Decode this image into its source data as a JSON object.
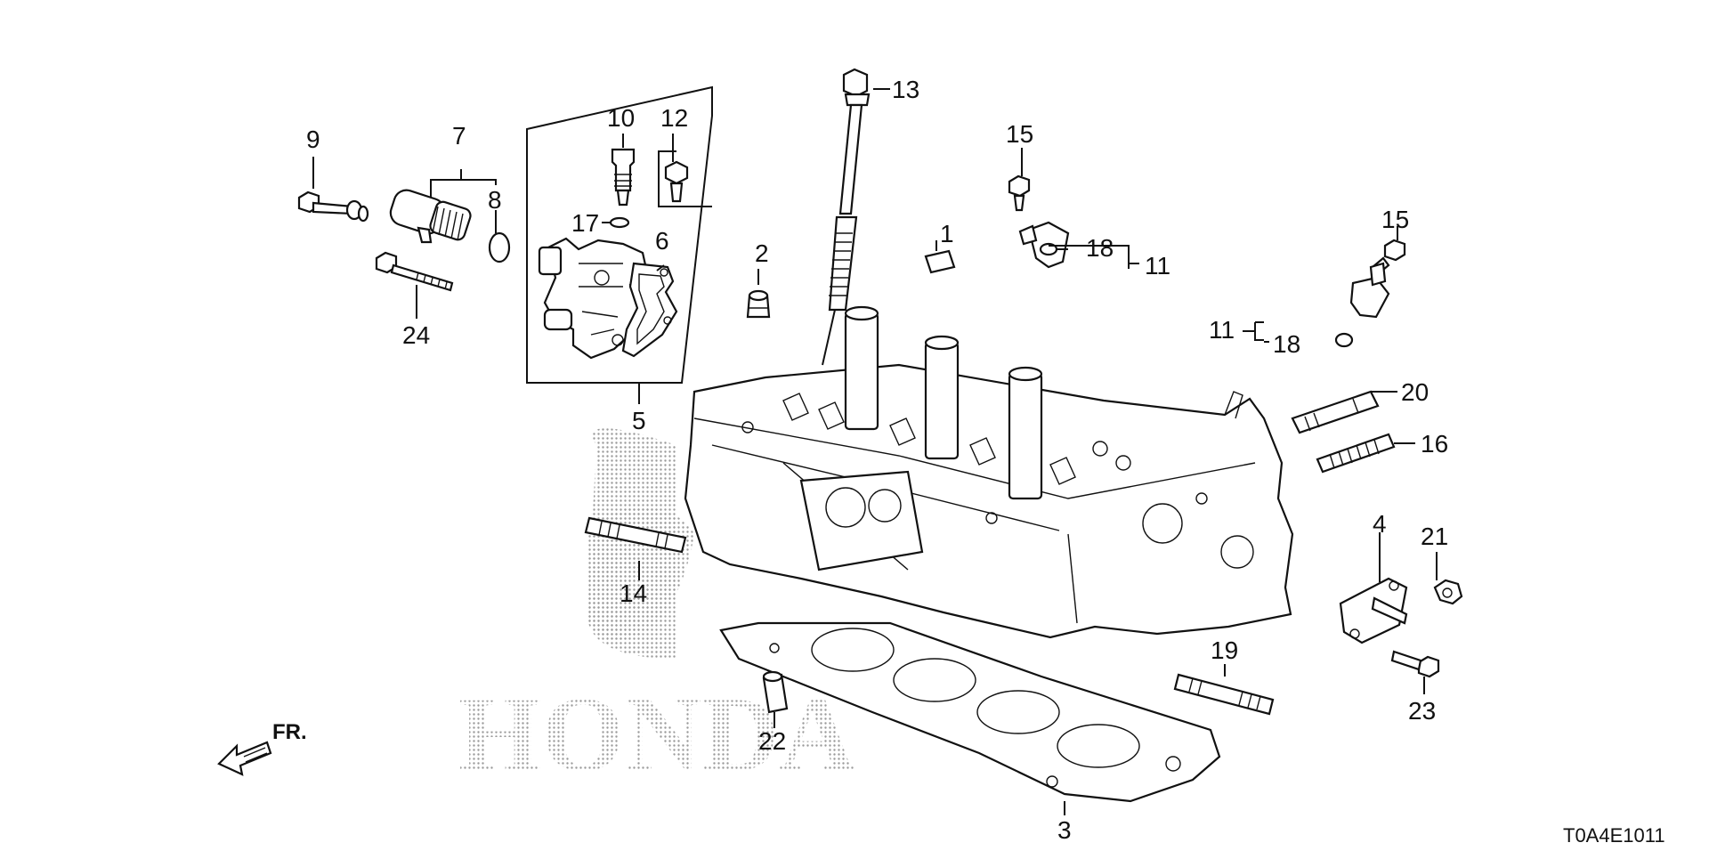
{
  "diagram": {
    "image_code": "T0A4E1011",
    "watermark": "HONDA",
    "direction_label": "FR.",
    "callouts": [
      "1",
      "2",
      "3",
      "4",
      "5",
      "6",
      "7",
      "8",
      "9",
      "10",
      "11",
      "11",
      "12",
      "13",
      "14",
      "15",
      "15",
      "16",
      "17",
      "18",
      "18",
      "19",
      "20",
      "21",
      "22",
      "23",
      "24"
    ]
  }
}
